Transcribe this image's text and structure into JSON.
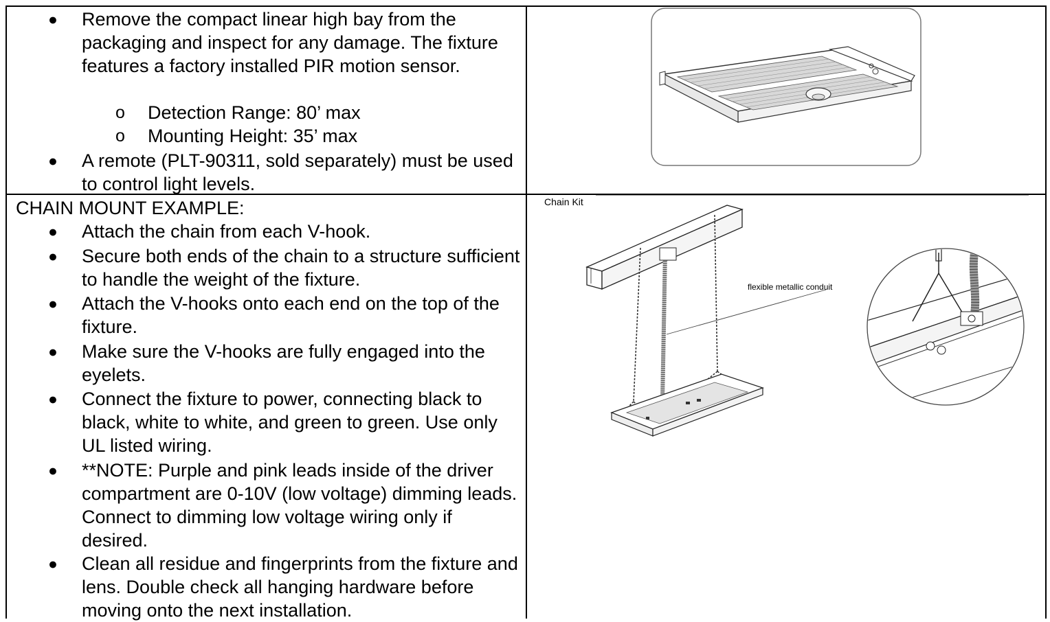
{
  "intro": {
    "items": [
      "Remove the compact linear high bay from the packaging and inspect for any damage. The fixture features a factory installed PIR motion sensor.",
      "A remote (PLT-90311, sold separately) must be used to control light levels."
    ],
    "subitems": [
      "Detection Range: 80’ max",
      "Mounting Height: 35’ max"
    ]
  },
  "chain_mount": {
    "heading": "CHAIN MOUNT EXAMPLE:",
    "items": [
      "Attach the chain from each V-hook.",
      "Secure both ends of the chain to a structure sufficient to handle the weight of the fixture.",
      "Attach the V-hooks onto each end on the top of the fixture.",
      "Make sure the V-hooks are fully engaged into the eyelets.",
      "Connect the fixture to power, connecting black to black, white to white, and green to green. Use only UL listed wiring.",
      "**NOTE: Purple and pink leads inside of the driver compartment are 0-10V (low voltage) dimming leads. Connect to dimming low voltage wiring only if desired.",
      "Clean all residue and fingerprints from the fixture and lens. Double check all hanging hardware before moving onto the next installation."
    ]
  },
  "figures": {
    "chain_kit_label": "Chain Kit",
    "conduit_label": "flexible metallic conduit"
  },
  "icons": {
    "bullet": "filled-circle-bullet",
    "sub_bullet": "hollow-circle-bullet"
  }
}
